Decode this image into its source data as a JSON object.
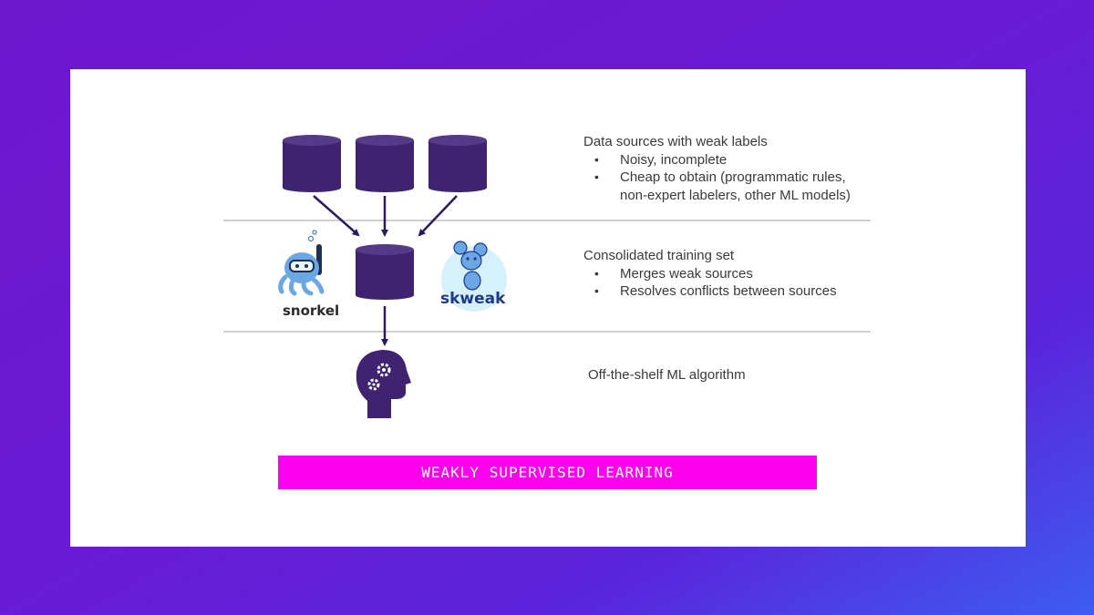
{
  "rows": [
    {
      "heading": "Data sources with weak labels",
      "bullets": [
        "Noisy, incomplete",
        "Cheap to obtain (programmatic rules,",
        "non-expert labelers, other ML models)"
      ]
    },
    {
      "heading": "Consolidated training set",
      "bullets": [
        "Merges weak sources",
        "Resolves conflicts between sources"
      ]
    },
    {
      "heading": "Off-the-shelf ML algorithm",
      "bullets": []
    }
  ],
  "logos": {
    "left": "snorkel",
    "right": "skweak"
  },
  "banner": "WEAKLY SUPERVISED LEARNING",
  "colors": {
    "database": "#3f2370",
    "database_top": "#553a8a",
    "arrow": "#2d1a5e",
    "brain": "#3f2370",
    "banner": "#ff00ee",
    "skweak_circle": "#d6f1fb",
    "skweak_text": "#1d3a8a",
    "octopus": "#6aa7e3"
  }
}
